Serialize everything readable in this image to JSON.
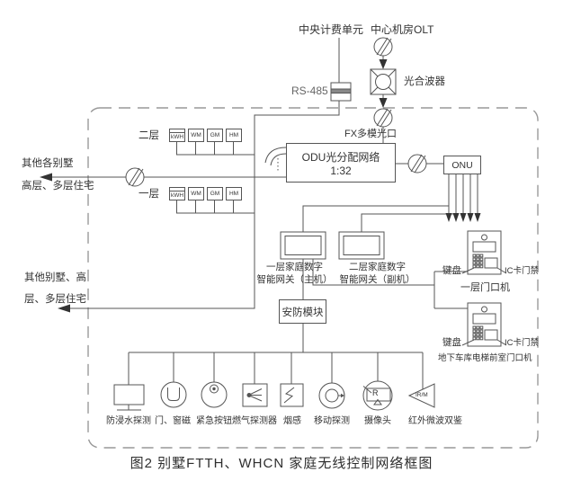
{
  "figure": {
    "caption": "图2 别墅FTTH、WHCN 家庭无线控制网络框图"
  },
  "headend": {
    "billing_unit": "中央计费单元",
    "olt": "中心机房OLT",
    "rs485": "RS-485",
    "combiner": "光合波器",
    "fx_port": "FX多模光口"
  },
  "external": {
    "villas_top_line1": "其他各别墅",
    "villas_top_line2": "高层、多层住宅",
    "villas_bottom_line1": "其他别墅、高",
    "villas_bottom_line2": "层、多层住宅"
  },
  "floors": [
    {
      "label": "二层",
      "meters": [
        "kWH",
        "WM",
        "GM",
        "HM"
      ]
    },
    {
      "label": "一层",
      "meters": [
        "kWH",
        "WM",
        "GM",
        "HM"
      ]
    }
  ],
  "core": {
    "odu_line1": "ODU光分配网络",
    "odu_line2": "1:32",
    "onu": "ONU"
  },
  "gateways": [
    {
      "line1": "一层家庭数字",
      "line2": "智能网关（主机）"
    },
    {
      "line1": "二层家庭数字",
      "line2": "智能网关（副机）"
    }
  ],
  "security": {
    "module": "安防模块"
  },
  "door_stations": [
    {
      "keypad": "键盘",
      "access": "IC卡门禁",
      "name": "一层门口机"
    },
    {
      "keypad": "键盘",
      "access": "IC卡门禁",
      "name": "地下车库电梯前室门口机"
    }
  ],
  "sensors": {
    "labels": [
      "防浸水探测",
      "门、窗磁",
      "紧急按钮",
      "燃气探测器",
      "烟感",
      "移动探测",
      "摄像头",
      "红外微波双鉴"
    ],
    "ir_symbol_text": "IR/M",
    "camera_symbol_text": "R"
  },
  "colors": {
    "line": "#555555",
    "dashed_border": "#999999",
    "text": "#333333"
  }
}
